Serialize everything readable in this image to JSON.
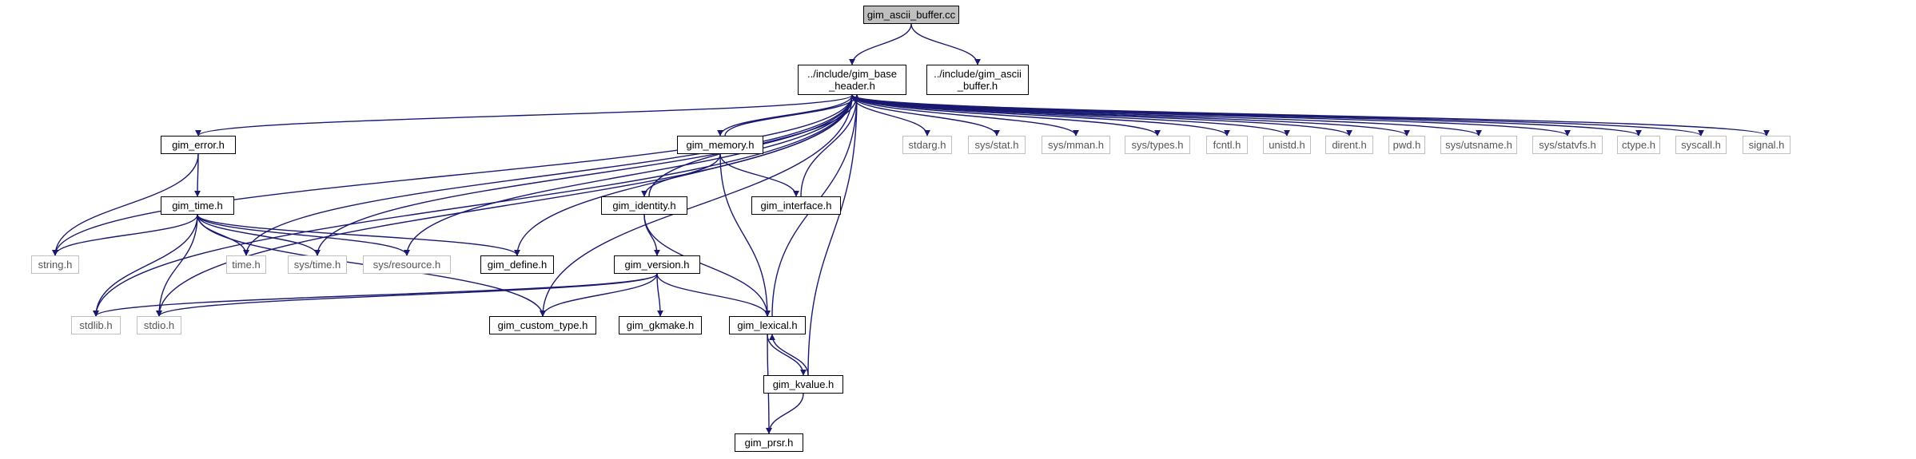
{
  "colors": {
    "edge": "#191970",
    "node_border": "#000000",
    "system_border": "#bfbfbf",
    "root_fill": "#bfbfbf",
    "system_text": "#555555"
  },
  "nodes": {
    "root": "gim_ascii_buffer.cc",
    "base": "../include/gim_base\n_header.h",
    "ascii": "../include/gim_ascii\n_buffer.h",
    "error": "gim_error.h",
    "memory": "gim_memory.h",
    "time": "gim_time.h",
    "identity": "gim_identity.h",
    "interface": "gim_interface.h",
    "version": "gim_version.h",
    "define": "gim_define.h",
    "custom": "gim_custom_type.h",
    "gkmake": "gim_gkmake.h",
    "lexical": "gim_lexical.h",
    "kvalue": "gim_kvalue.h",
    "prsr": "gim_prsr.h",
    "string": "string.h",
    "stdlib": "stdlib.h",
    "stdio": "stdio.h",
    "timeh": "time.h",
    "systime": "sys/time.h",
    "sysres": "sys/resource.h",
    "stdarg": "stdarg.h",
    "sysstat": "sys/stat.h",
    "sysmman": "sys/mman.h",
    "systypes": "sys/types.h",
    "fcntl": "fcntl.h",
    "unistd": "unistd.h",
    "dirent": "dirent.h",
    "pwd": "pwd.h",
    "sysuts": "sys/utsname.h",
    "sysstatvfs": "sys/statvfs.h",
    "ctype": "ctype.h",
    "syscall": "syscall.h",
    "signal": "signal.h"
  },
  "edges": [
    [
      "root",
      "base"
    ],
    [
      "root",
      "ascii"
    ],
    [
      "base",
      "error"
    ],
    [
      "base",
      "string"
    ],
    [
      "base",
      "stdlib"
    ],
    [
      "base",
      "stdio"
    ],
    [
      "base",
      "memory"
    ],
    [
      "base",
      "timeh"
    ],
    [
      "base",
      "systime"
    ],
    [
      "base",
      "sysres"
    ],
    [
      "base",
      "define"
    ],
    [
      "base",
      "custom"
    ],
    [
      "base",
      "stdarg"
    ],
    [
      "base",
      "sysstat"
    ],
    [
      "base",
      "sysmman"
    ],
    [
      "base",
      "systypes"
    ],
    [
      "base",
      "fcntl"
    ],
    [
      "base",
      "unistd"
    ],
    [
      "base",
      "dirent"
    ],
    [
      "base",
      "pwd"
    ],
    [
      "base",
      "sysuts"
    ],
    [
      "base",
      "sysstatvfs"
    ],
    [
      "base",
      "ctype"
    ],
    [
      "base",
      "syscall"
    ],
    [
      "base",
      "signal"
    ],
    [
      "error",
      "string"
    ],
    [
      "error",
      "time"
    ],
    [
      "time",
      "string"
    ],
    [
      "time",
      "stdlib"
    ],
    [
      "time",
      "stdio"
    ],
    [
      "time",
      "timeh"
    ],
    [
      "time",
      "systime"
    ],
    [
      "time",
      "sysres"
    ],
    [
      "time",
      "define"
    ],
    [
      "time",
      "custom"
    ],
    [
      "memory",
      "base"
    ],
    [
      "memory",
      "identity"
    ],
    [
      "memory",
      "interface"
    ],
    [
      "memory",
      "lexical"
    ],
    [
      "identity",
      "base"
    ],
    [
      "identity",
      "version"
    ],
    [
      "identity",
      "lexical"
    ],
    [
      "interface",
      "base"
    ],
    [
      "version",
      "stdlib"
    ],
    [
      "version",
      "stdio"
    ],
    [
      "version",
      "custom"
    ],
    [
      "version",
      "gkmake"
    ],
    [
      "version",
      "lexical"
    ],
    [
      "lexical",
      "base"
    ],
    [
      "lexical",
      "kvalue"
    ],
    [
      "lexical",
      "prsr"
    ],
    [
      "kvalue",
      "base"
    ],
    [
      "kvalue",
      "lexical"
    ],
    [
      "kvalue",
      "prsr"
    ]
  ]
}
